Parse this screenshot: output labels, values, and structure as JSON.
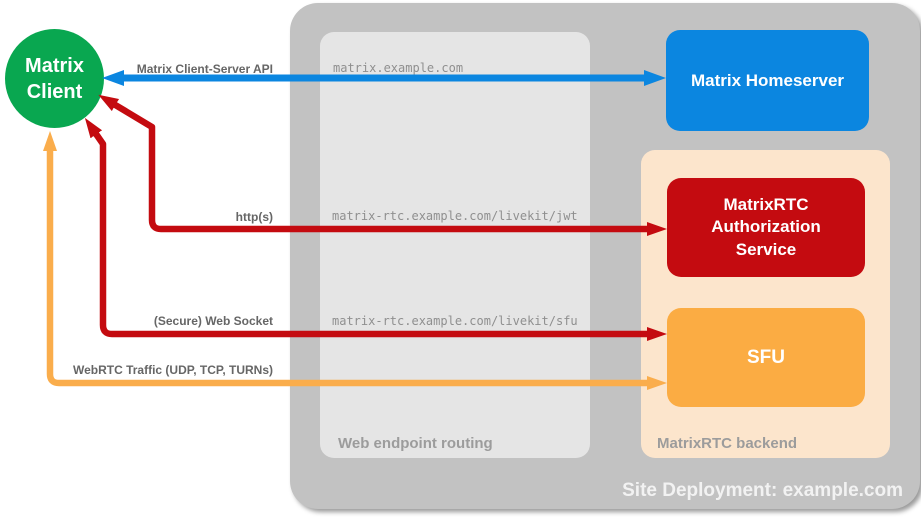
{
  "client": {
    "line1": "Matrix",
    "line2": "Client",
    "color": "#09A750"
  },
  "zones": {
    "site": {
      "label": "Site Deployment: example.com",
      "color": "#C2C2C2",
      "title_color": "#F2F2F2"
    },
    "web_routing": {
      "label": "Web endpoint routing",
      "color": "#E5E5E5"
    },
    "backend": {
      "label": "MatrixRTC backend",
      "color": "#FCE5CC"
    }
  },
  "nodes": {
    "homeserver": {
      "label": "Matrix Homeserver",
      "color": "#0B86E0"
    },
    "auth_service": {
      "label": "MatrixRTC Authorization Service",
      "color": "#C40B10"
    },
    "sfu": {
      "label": "SFU",
      "color": "#FBAC43"
    }
  },
  "endpoints": {
    "homeserver_url": "matrix.example.com",
    "jwt_url": "matrix-rtc.example.com/livekit/jwt",
    "sfu_url": "matrix-rtc.example.com/livekit/sfu"
  },
  "connections": [
    {
      "label": "Matrix Client-Server API",
      "from": "Matrix Client",
      "to": "Matrix Homeserver",
      "color": "#0B86E0",
      "direction": "bidirectional"
    },
    {
      "label": "http(s)",
      "from": "Matrix Client",
      "to": "MatrixRTC Authorization Service",
      "color": "#C40B10",
      "direction": "bidirectional"
    },
    {
      "label": "(Secure) Web Socket",
      "from": "Matrix Client",
      "to": "SFU",
      "color": "#C40B10",
      "direction": "bidirectional"
    },
    {
      "label": "WebRTC Traffic (UDP, TCP, TURNs)",
      "from": "Matrix Client",
      "to": "SFU",
      "color": "#FAAD4C",
      "direction": "bidirectional"
    }
  ],
  "label_text_color": "#666666",
  "url_text_color": "#8F8F8F"
}
